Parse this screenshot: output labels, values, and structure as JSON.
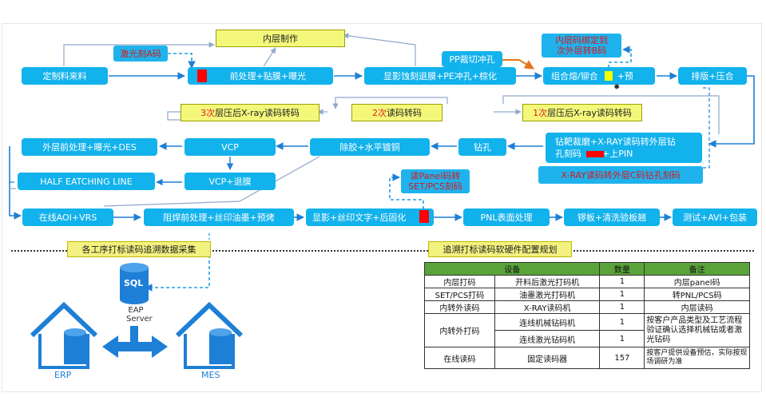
{
  "nodes": {
    "custom_material": "定制料来料",
    "pretreat": "前处理+贴膜+曝光",
    "inner_layer": "内层制作",
    "develop_etch": "显影蚀刻退膜+PE冲孔+棕化",
    "pp_cut": "PP裁切冲孔",
    "combine": "组合熔/铆合",
    "combine_suffix": "+预",
    "layup": "排版+压合",
    "laser_a": "激光刻A码",
    "inner_bind_prefix": "内层码绑定到",
    "inner_bind_suffix": "次外层转B码",
    "xray3_num": "3次",
    "xray3": "层压后X-ray读码转码",
    "read2_num": "2次",
    "read2": "读码转码",
    "xray1_num": "1次",
    "xray1": "层压后X-ray读码转码",
    "outer_pre": "外层前处理+曝光+DES",
    "vcp": "VCP",
    "desmear": "除胶+水平镀铜",
    "drill": "钻孔",
    "target_drill_1": "钻靶裁磨+X-RAY读码转外层钻",
    "target_drill_2a": "孔刻码",
    "target_drill_2b": "+上PIN",
    "half_etch": "HALF EATCHING LINE",
    "vcp_strip": "VCP+退膜",
    "xray_c": "X-RAY读码转外层C码钻孔刻码",
    "panel_code_1": "读Panel码转",
    "panel_code_2": "SET/PCS刻码",
    "aoi": "在线AOI+VRS",
    "solder": "阻焊前处理+丝印油墨+预烤",
    "silk": "显影+丝印文字+后固化",
    "pnl_surface": "PNL表面处理",
    "gong": "锣板+清洗验板翘",
    "test": "测试+AVI+包装"
  },
  "sections": {
    "collect": "各工序打标读码追溯数据采集",
    "plan": "追溯打标读码软硬件配置规划"
  },
  "systems": {
    "sql": "SQL",
    "eap_1": "EAP",
    "eap_2": "Server",
    "erp": "ERP",
    "mes": "MES"
  },
  "table": {
    "headers": [
      "设备",
      "数量",
      "备注"
    ],
    "rows": [
      {
        "proc": "内层打码",
        "equip": "开料后激光打码机",
        "qty": "1",
        "note": "内层panel码"
      },
      {
        "proc": "SET/PCS打码",
        "equip": "油墨激光打码机",
        "qty": "1",
        "note": "转PNL/PCS码"
      },
      {
        "proc": "内转外读码",
        "equip": "X-RAY读码机",
        "qty": "1",
        "note": "内层读码"
      },
      {
        "proc": "内转外打码",
        "equip": "连线机械钻码机",
        "qty": "1",
        "note": "按客户产品类型及工艺流程验证确认选择机械钻或者激光钻码"
      },
      {
        "proc": "",
        "equip": "连线激光钻码机",
        "qty": "1",
        "note": ""
      },
      {
        "proc": "在线读码",
        "equip": "固定读码器",
        "qty": "157",
        "note": "按客户提供设备预估，实际按现场调研为准"
      }
    ]
  },
  "colors": {
    "node_blue": "#12b2ec",
    "title_yellow": "#e9f21a",
    "marker_red": "#ff0000",
    "table_header": "#5aa33a",
    "arrow": "#1e7fd6"
  }
}
